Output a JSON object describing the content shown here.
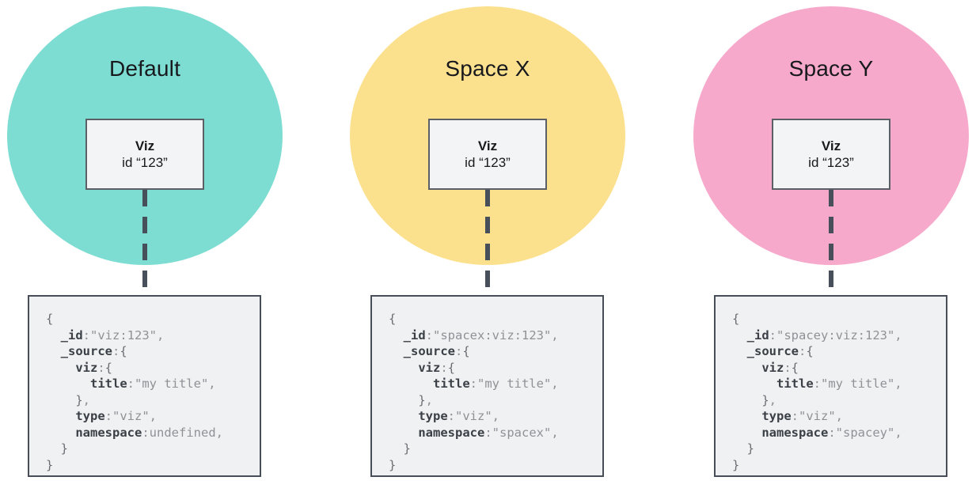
{
  "colors": {
    "code_key": "#3B4047",
    "code_value": "#8E9297",
    "code_punct": "#6A6E73",
    "connector": "#47505A",
    "code_box_border": "#474E58",
    "code_box_bg": "#F0F1F2",
    "viz_box_border": "#5A6066",
    "viz_box_bg": "#F3F4F5",
    "title_text": "#17191C"
  },
  "columns": [
    {
      "title": "Default",
      "circle_color": "#7EDDD3",
      "viz_box": {
        "title": "Viz",
        "subtitle": "id “123”"
      },
      "code_lines": [
        [
          {
            "c": "p",
            "t": "{"
          }
        ],
        [
          {
            "c": "k",
            "t": "  _id"
          },
          {
            "c": "v",
            "t": ":\"viz:123\","
          }
        ],
        [
          {
            "c": "k",
            "t": "  _source"
          },
          {
            "c": "v",
            "t": ":"
          },
          {
            "c": "p",
            "t": "{"
          }
        ],
        [
          {
            "c": "k",
            "t": "    viz"
          },
          {
            "c": "v",
            "t": ":"
          },
          {
            "c": "p",
            "t": "{"
          }
        ],
        [
          {
            "c": "k",
            "t": "      title"
          },
          {
            "c": "v",
            "t": ":\"my title\","
          }
        ],
        [
          {
            "c": "p",
            "t": "    }"
          },
          {
            "c": "v",
            "t": ","
          }
        ],
        [
          {
            "c": "k",
            "t": "    type"
          },
          {
            "c": "v",
            "t": ":\"viz\","
          }
        ],
        [
          {
            "c": "k",
            "t": "    namespace"
          },
          {
            "c": "v",
            "t": ":undefined,"
          }
        ],
        [
          {
            "c": "p",
            "t": "  }"
          }
        ],
        [
          {
            "c": "p",
            "t": "}"
          }
        ]
      ]
    },
    {
      "title": "Space X",
      "circle_color": "#FBE18E",
      "viz_box": {
        "title": "Viz",
        "subtitle": "id “123”"
      },
      "code_lines": [
        [
          {
            "c": "p",
            "t": "{"
          }
        ],
        [
          {
            "c": "k",
            "t": "  _id"
          },
          {
            "c": "v",
            "t": ":\"spacex:viz:123\","
          }
        ],
        [
          {
            "c": "k",
            "t": "  _source"
          },
          {
            "c": "v",
            "t": ":"
          },
          {
            "c": "p",
            "t": "{"
          }
        ],
        [
          {
            "c": "k",
            "t": "    viz"
          },
          {
            "c": "v",
            "t": ":"
          },
          {
            "c": "p",
            "t": "{"
          }
        ],
        [
          {
            "c": "k",
            "t": "      title"
          },
          {
            "c": "v",
            "t": ":\"my title\","
          }
        ],
        [
          {
            "c": "p",
            "t": "    }"
          },
          {
            "c": "v",
            "t": ","
          }
        ],
        [
          {
            "c": "k",
            "t": "    type"
          },
          {
            "c": "v",
            "t": ":\"viz\","
          }
        ],
        [
          {
            "c": "k",
            "t": "    namespace"
          },
          {
            "c": "v",
            "t": ":\"spacex\","
          }
        ],
        [
          {
            "c": "p",
            "t": "  }"
          }
        ],
        [
          {
            "c": "p",
            "t": "}"
          }
        ]
      ]
    },
    {
      "title": "Space Y",
      "circle_color": "#F6A9CB",
      "viz_box": {
        "title": "Viz",
        "subtitle": "id “123”"
      },
      "code_lines": [
        [
          {
            "c": "p",
            "t": "{"
          }
        ],
        [
          {
            "c": "k",
            "t": "  _id"
          },
          {
            "c": "v",
            "t": ":\"spacey:viz:123\","
          }
        ],
        [
          {
            "c": "k",
            "t": "  _source"
          },
          {
            "c": "v",
            "t": ":"
          },
          {
            "c": "p",
            "t": "{"
          }
        ],
        [
          {
            "c": "k",
            "t": "    viz"
          },
          {
            "c": "v",
            "t": ":"
          },
          {
            "c": "p",
            "t": "{"
          }
        ],
        [
          {
            "c": "k",
            "t": "      title"
          },
          {
            "c": "v",
            "t": ":\"my title\","
          }
        ],
        [
          {
            "c": "p",
            "t": "    }"
          },
          {
            "c": "v",
            "t": ","
          }
        ],
        [
          {
            "c": "k",
            "t": "    type"
          },
          {
            "c": "v",
            "t": ":\"viz\","
          }
        ],
        [
          {
            "c": "k",
            "t": "    namespace"
          },
          {
            "c": "v",
            "t": ":\"spacey\","
          }
        ],
        [
          {
            "c": "p",
            "t": "  }"
          }
        ],
        [
          {
            "c": "p",
            "t": "}"
          }
        ]
      ]
    }
  ]
}
